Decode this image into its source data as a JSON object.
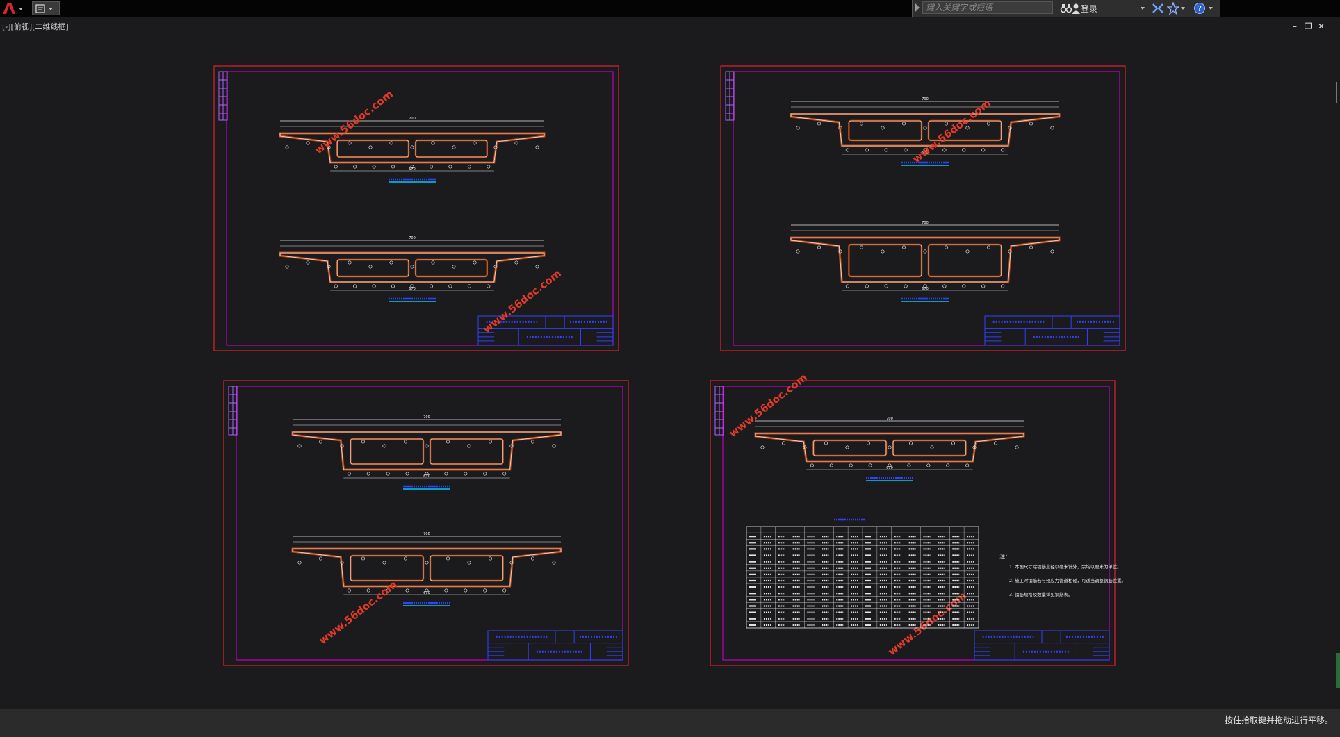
{
  "titlebar": {
    "search_placeholder": "键入关键字或短语",
    "login_label": "登录",
    "icons": [
      "autocad-logo-icon",
      "quick-access-icon",
      "search-arrow-icon",
      "binoculars-icon",
      "user-icon",
      "exchange-icon",
      "star-icon",
      "help-icon"
    ]
  },
  "viewport": {
    "view_label": "[-][俯视][二维线框]",
    "minimize": "–",
    "restore": "❐",
    "close": "✕"
  },
  "status": {
    "text": "按住拾取键并拖动进行平移。"
  },
  "colors": {
    "background": "#1b1b1d",
    "frame_outer": "#e0202e",
    "frame_inner": "#c000c0",
    "section_white": "#e8e8e8",
    "section_rebar": "#b84a18",
    "watermark": "#e03a28",
    "caption_line": "#00c8ff",
    "titleblock": "#3040ff"
  },
  "drawing": {
    "watermark_text": "www.56doc.com",
    "notes_title": "注：",
    "notes": [
      "1. 本图尺寸除钢筋直径以毫米计外，余均以厘米为单位。",
      "2. 施工时钢筋若与预应力管道相碰，可适当调整钢筋位置。",
      "3. 钢筋规格及数量详见钢筋表。"
    ],
    "dim_center": "700",
    "dim_bottom": "670"
  }
}
